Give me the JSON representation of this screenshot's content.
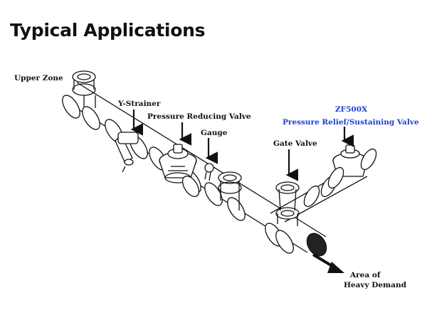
{
  "title": "Typical Applications",
  "labels": {
    "upper_zone": "Upper Zone",
    "y_strainer": "Y-Strainer",
    "pressure_reducing_valve": "Pressure Reducing Valve",
    "gauge": "Gauge",
    "gate_valve": "Gate Valve",
    "model": "ZF500X",
    "pressure_relief": "Pressure Relief/Sustaining Valve",
    "demand_line1": "Area of",
    "demand_line2": "Heavy Demand"
  },
  "colors": {
    "ink": "#111111",
    "accent": "#1f3fd1",
    "background": "#ffffff"
  },
  "icons": [
    "down-arrow-icon",
    "outlet-arrow-icon"
  ]
}
